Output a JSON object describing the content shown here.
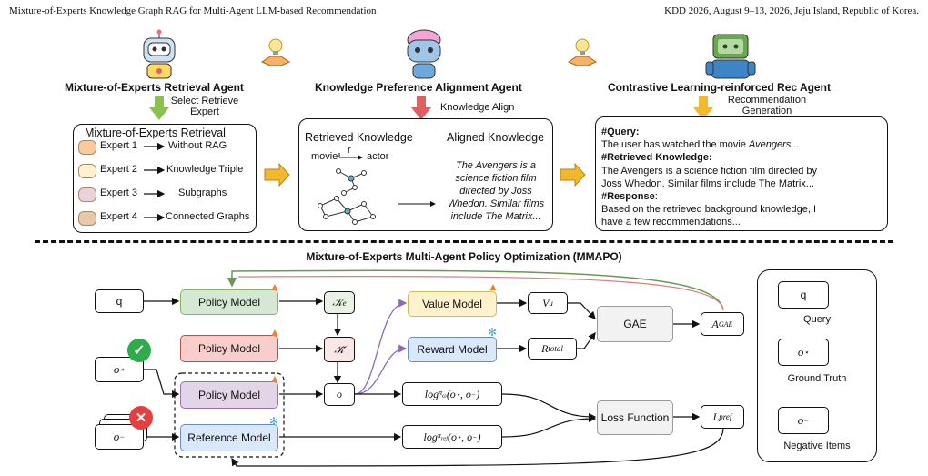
{
  "header": {
    "left": "Mixture-of-Experts Knowledge Graph RAG for Multi-Agent LLM-based Recommendation",
    "right": "KDD 2026, August 9–13, 2026, Jeju Island, Republic of Korea."
  },
  "agents": {
    "retrieval": {
      "title": "Mixture-of-Experts Retrieval Agent",
      "action_line1": "Select Retrieve",
      "action_line2": "Expert"
    },
    "alignment": {
      "title": "Knowledge Preference Alignment Agent",
      "action": "Knowledge Align"
    },
    "rec": {
      "title": "Contrastive Learning-reinforced Rec Agent",
      "action_line1": "Recommendation",
      "action_line2": "Generation"
    }
  },
  "moe_retrieval": {
    "title": "Mixture-of-Experts Retrieval",
    "experts": [
      {
        "name": "Expert 1",
        "target": "Without RAG"
      },
      {
        "name": "Expert 2",
        "target": "Knowledge Triple"
      },
      {
        "name": "Expert 3",
        "target": "Subgraphs"
      },
      {
        "name": "Expert 4",
        "target": "Connected Graphs"
      }
    ]
  },
  "knowledge": {
    "retrieved_title": "Retrieved Knowledge",
    "aligned_title": "Aligned Knowledge",
    "triple_head": "movie",
    "triple_rel": "r",
    "triple_tail": "actor",
    "aligned_line1": "The Avengers is a",
    "aligned_line2": "science fiction film",
    "aligned_line3": "directed by Joss",
    "aligned_line4": "Whedon. Similar films",
    "aligned_line5": "include The Matrix..."
  },
  "rec_output": {
    "query_label": "#Query:",
    "query_text_a": "The user has watched the movie ",
    "query_text_b": "Avengers",
    "query_text_c": "...",
    "retrieved_label": "#Retrieved Knowledge:",
    "retrieved_line1": "The Avengers is a science fiction film directed by",
    "retrieved_line2": "Joss Whedon. Similar films include The Matrix...",
    "response_label": "#Response",
    "response_colon": ":",
    "response_line1": "Based on the retrieved background knowledge, I",
    "response_line2": "have a few recommendations..."
  },
  "mmapo": {
    "title": "Mixture-of-Experts Multi-Agent Policy Optimization (MMAPO)",
    "q_label": "q",
    "policy_model": "Policy Model",
    "reference_model": "Reference Model",
    "value_model": "Value Model",
    "reward_model": "Reward Model",
    "gae": "GAE",
    "loss_function": "Loss Function",
    "o_label": "o"
  },
  "legend": {
    "q": "q",
    "q_caption": "Query",
    "o_star_caption": "Ground Truth",
    "o_minus_caption": "Negative Items"
  },
  "colors": {
    "policy_green": "#d5e8d4",
    "policy_red": "#f8cecc",
    "policy_purple": "#e1d5e7",
    "reference_blue": "#dae8fc",
    "value_yellow": "#fff2cc",
    "reward_blue": "#dae8fc",
    "gae_gray": "#f2f2f2",
    "arrow_orange": "#f2b830",
    "arrow_green": "#8cc152",
    "arrow_red": "#e06060"
  }
}
